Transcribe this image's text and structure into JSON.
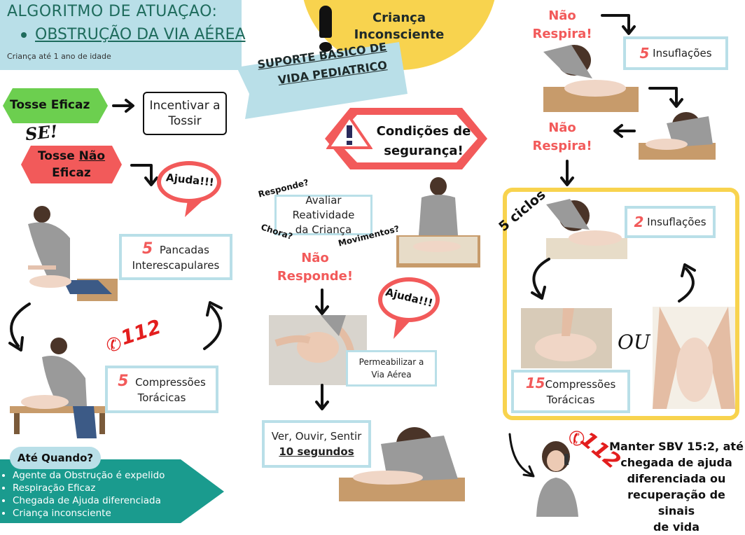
{
  "header": {
    "title": "ALGORITMO DE ATUAÇAO:",
    "bullet": "OBSTRUÇÃO DA VIA AÉREA",
    "subtitle": "Criança até 1 ano de idade"
  },
  "banner": {
    "line1": "SUPORTE BÁSICO DE",
    "line2": "VIDA PEDIATRICO"
  },
  "unconscious": {
    "line1": "Criança",
    "line2": "Inconsciente"
  },
  "left": {
    "se": "SE!",
    "cough_effective": "Tosse Eficaz",
    "encourage_line1": "Incentivar a",
    "encourage_line2": "Tossir",
    "cough_not_prefix": "Tosse ",
    "cough_not_underlined": "Não",
    "cough_not_line2": "Eficaz",
    "help": "Ajuda!!!",
    "back_blows_num": "5",
    "back_blows_line1": "Pancadas",
    "back_blows_line2": "Interescapulares",
    "phone": "112",
    "compressions_num": "5",
    "compressions_line1": "Compressões",
    "compressions_line2": "Torácicas",
    "until_title": "Até Quando?",
    "until_items": [
      "Agente da Obstrução é expelido",
      "Respiração Eficaz",
      "Chegada de Ajuda diferenciada",
      "Criança inconsciente"
    ]
  },
  "middle": {
    "safety_line1": "Condições de",
    "safety_line2": "segurança!",
    "responds_q": "Responde?",
    "cries_q": "Chora?",
    "moves_q": "Movimentos?",
    "assess_line1": "Avaliar Reatividade",
    "assess_line2": "da Criança",
    "no_response_line1": "Não",
    "no_response_line2": "Responde!",
    "help": "Ajuda!!!",
    "airway_line1": "Permeabilizar a",
    "airway_line2": "Via Aérea",
    "look_line1": "Ver, Ouvir, Sentir",
    "look_line2": "10 segundos"
  },
  "right": {
    "no_breath1_line1": "Não",
    "no_breath1_line2": "Respira!",
    "insufflations5_num": "5",
    "insufflations5_label": "Insuflações",
    "no_breath2_line1": "Não",
    "no_breath2_line2": "Respira!",
    "cycles": "5 ciclos",
    "insufflations2_num": "2",
    "insufflations2_label": "Insuflações",
    "or": "OU",
    "compressions15_num": "15",
    "compressions15_line1": "Compressões",
    "compressions15_line2": "Torácicas",
    "phone": "112",
    "maintain_lines": [
      "Manter SBV 15:2, até",
      "chegada de ajuda",
      "diferenciada ou",
      "recuperação de sinais",
      "de vida"
    ]
  },
  "colors": {
    "accent_red": "#f25a5a",
    "green": "#6ccf4f",
    "teal": "#1a9b8e",
    "light_blue": "#b9dfe8",
    "yellow": "#f8d34e",
    "dark_green_text": "#1e6b5c"
  }
}
